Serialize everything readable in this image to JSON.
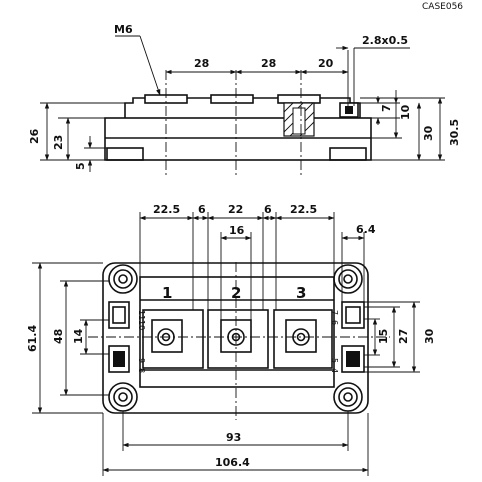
{
  "title": "CASE056",
  "side_view": {
    "thread": "M6",
    "horizontal_dims": [
      "28",
      "28",
      "20",
      "2.8x0.5"
    ],
    "vertical_dims": [
      "26",
      "23",
      "5",
      "7",
      "10",
      "30",
      "30.5"
    ]
  },
  "top_view": {
    "top_dims": [
      "22.5",
      "6",
      "22",
      "6",
      "22.5"
    ],
    "inner_dim": "16",
    "right_top_dim": "6.4",
    "left_dims": [
      "61.4",
      "48",
      "14"
    ],
    "right_dims": [
      "15",
      "27",
      "30"
    ],
    "bottom_dims": [
      "93",
      "106.4"
    ],
    "terminal_labels": [
      "1",
      "2",
      "3"
    ],
    "pin_labels": [
      "11",
      "10",
      "9",
      "8",
      "7",
      "6",
      "5",
      "4"
    ]
  }
}
